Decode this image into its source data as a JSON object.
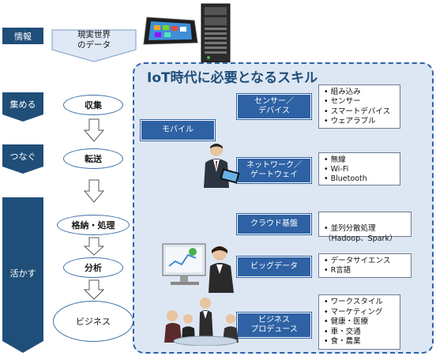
{
  "left_column": {
    "info_label": "情報",
    "real_world_data": "現実世界\nのデータ",
    "collect_label": "集める",
    "connect_label": "つなぐ",
    "utilize_label": "活かす"
  },
  "stages": [
    "収集",
    "転送",
    "格納・処理",
    "分析",
    "ビジネス"
  ],
  "panel_title": "IoT時代に必要となるスキル",
  "mobile_label": "モバイル",
  "skills": [
    {
      "label": "センサー／\nデバイス",
      "items": [
        "組み込み",
        "センサー",
        "スマートデバイス",
        "ウェアラブル"
      ]
    },
    {
      "label": "ネットワーク／\nゲートウェイ",
      "items": [
        "無線",
        "Wi-Fi",
        "Bluetooth"
      ]
    },
    {
      "label": "クラウド基盤",
      "items": [
        "並列分散処理\n（Hadoop、Spark）"
      ]
    },
    {
      "label": "ビッグデータ",
      "items": [
        "データサイエンス",
        "R言語"
      ]
    },
    {
      "label": "ビジネス\nプロデュース",
      "items": [
        "ワークスタイル",
        "マーケティング",
        "健康・医療",
        "車・交通",
        "食・農業"
      ]
    }
  ]
}
